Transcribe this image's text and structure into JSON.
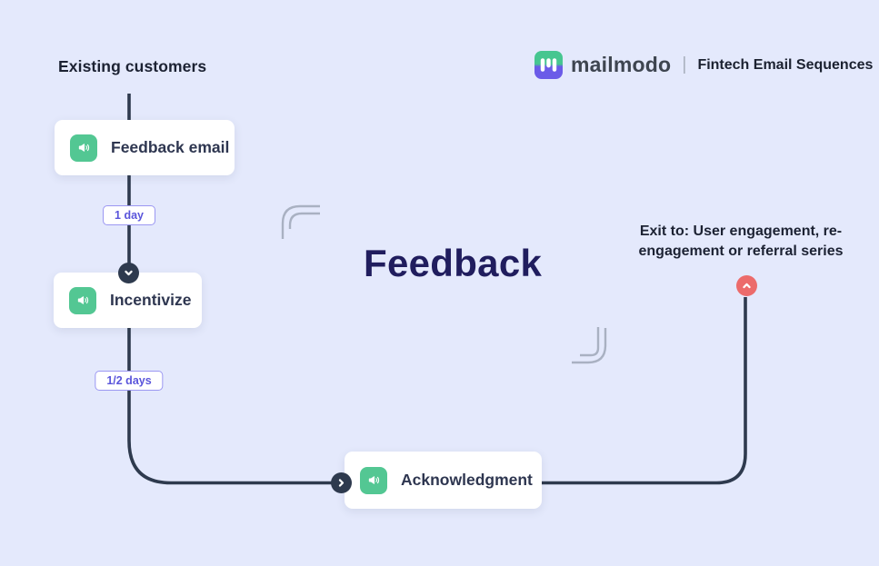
{
  "brand": {
    "name": "mailmodo",
    "divider": "|",
    "tagline": "Fintech Email Sequences",
    "logo_icon": "mailmodo-logo-icon"
  },
  "title": "Feedback",
  "flow": {
    "entry_label": "Existing customers",
    "nodes": [
      {
        "label": "Feedback email",
        "icon": "megaphone-icon"
      },
      {
        "label": "Incentivize",
        "icon": "megaphone-icon"
      },
      {
        "label": "Acknowledgment",
        "icon": "megaphone-icon"
      }
    ],
    "delays": [
      {
        "label": "1 day"
      },
      {
        "label": "1/2 days"
      }
    ],
    "exit_lines": [
      "Exit to: User engagement, re-",
      "engagement or referral series"
    ],
    "connector_markers": [
      "chevron-down",
      "chevron-right",
      "chevron-up-exit"
    ]
  },
  "colors": {
    "background": "#e4e9fc",
    "connector_line": "#2e3a4e",
    "node_icon_bg": "#53c793",
    "badge_border": "#9b97f2",
    "badge_text": "#5a55db",
    "exit_dot": "#ec6b6b",
    "title_text": "#201d5e",
    "decorative_bracket": "#a9b1c2",
    "logo_green": "#46c690",
    "logo_purple": "#6b5be8"
  }
}
